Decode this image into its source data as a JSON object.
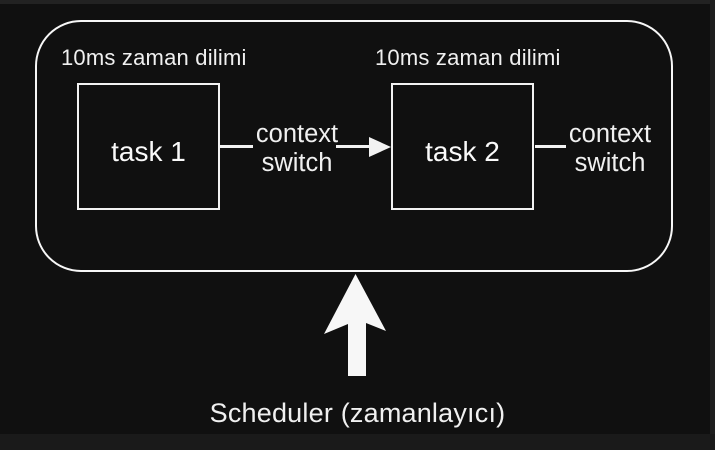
{
  "colors": {
    "background": "#101010",
    "stroke": "#f7f7f7",
    "text": "#f0f0f0"
  },
  "time_slices": [
    {
      "label": "10ms zaman dilimi",
      "task_name": "task 1"
    },
    {
      "label": "10ms zaman dilimi",
      "task_name": "task 2"
    }
  ],
  "connectors": [
    {
      "line1": "context",
      "line2": "switch"
    },
    {
      "line1": "context",
      "line2": "switch"
    }
  ],
  "scheduler": {
    "label": "Scheduler (zamanlayıcı)"
  },
  "icons": {
    "context_switch_arrow": "arrow-right-icon",
    "scheduler_arrow": "arrow-up-icon"
  }
}
